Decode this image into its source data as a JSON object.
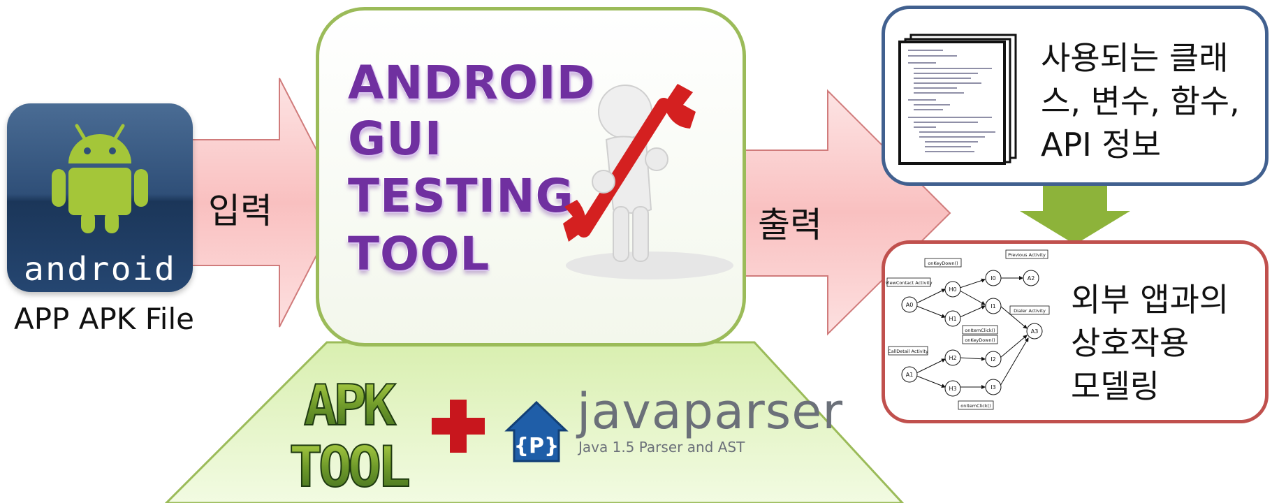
{
  "input_box": {
    "label": "APP APK File",
    "logo_text": "android"
  },
  "arrow_in": {
    "label": "입력"
  },
  "tool": {
    "title_lines": [
      "ANDROID",
      "GUI",
      "TESTING",
      "TOOL"
    ]
  },
  "arrow_out": {
    "label": "출력"
  },
  "info_output": {
    "lines": [
      "사용되는 클래",
      "스, 변수, 함수,",
      "API 정보"
    ]
  },
  "model_output": {
    "lines": [
      "외부 앱과의",
      "상호작용",
      "모델링"
    ]
  },
  "platform": {
    "apktool_logo": "APKTOOL",
    "plus_symbol": "+",
    "javaparser_name": "javaparser",
    "javaparser_tagline": "Java 1.5 Parser and AST",
    "javaparser_icon_text": "{P}"
  },
  "graph": {
    "nodes": [
      "A0",
      "A1",
      "A2",
      "A3",
      "H0",
      "H1",
      "H2",
      "H3",
      "I0",
      "I1",
      "I2",
      "I3"
    ],
    "activities": [
      "ViewContact Activity",
      "CallDetail Activity",
      "Previous Activity",
      "Dialer Activity"
    ],
    "events": [
      "onKeyDown()",
      "onItemClick()",
      "onKeyDown()",
      "onItemClick()"
    ]
  },
  "colors": {
    "tool_border": "#9bbb59",
    "title": "#7030a0",
    "info_border": "#41608f",
    "model_border": "#c0504d",
    "arrow_fill": "#f9c9c9",
    "down_arrow": "#8db33a",
    "platform_fill": "#e4f3c4"
  }
}
